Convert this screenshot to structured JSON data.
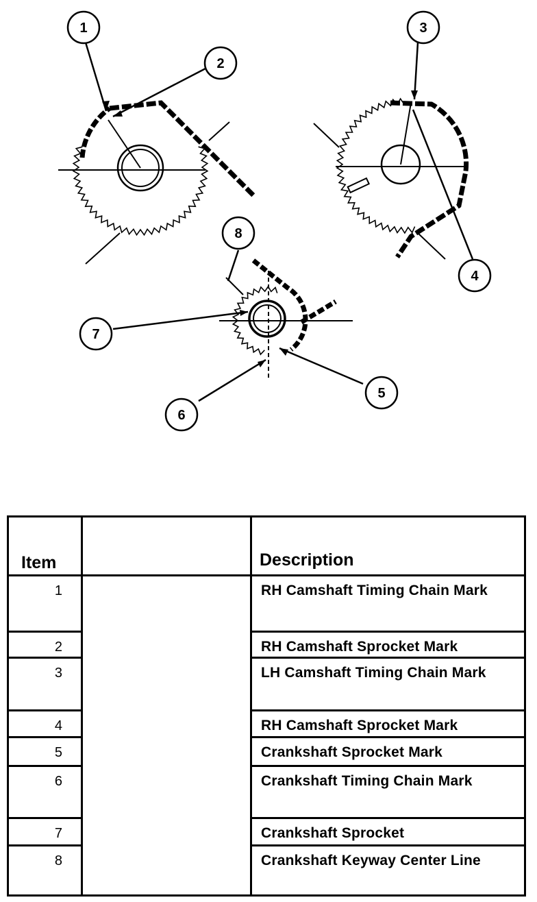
{
  "callouts": [
    "1",
    "2",
    "3",
    "4",
    "5",
    "6",
    "7",
    "8"
  ],
  "table": {
    "headers": {
      "item": "Item",
      "blank": "",
      "description": "Description"
    },
    "rows": [
      {
        "item": "1",
        "description": "RH Camshaft Timing Chain Mark"
      },
      {
        "item": "2",
        "description": "RH Camshaft Sprocket Mark"
      },
      {
        "item": "3",
        "description": "LH Camshaft Timing Chain Mark"
      },
      {
        "item": "4",
        "description": "RH Camshaft Sprocket Mark"
      },
      {
        "item": "5",
        "description": "Crankshaft Sprocket Mark"
      },
      {
        "item": "6",
        "description": "Crankshaft Timing Chain Mark"
      },
      {
        "item": "7",
        "description": "Crankshaft Sprocket"
      },
      {
        "item": "8",
        "description": "Crankshaft Keyway Center Line"
      }
    ]
  }
}
